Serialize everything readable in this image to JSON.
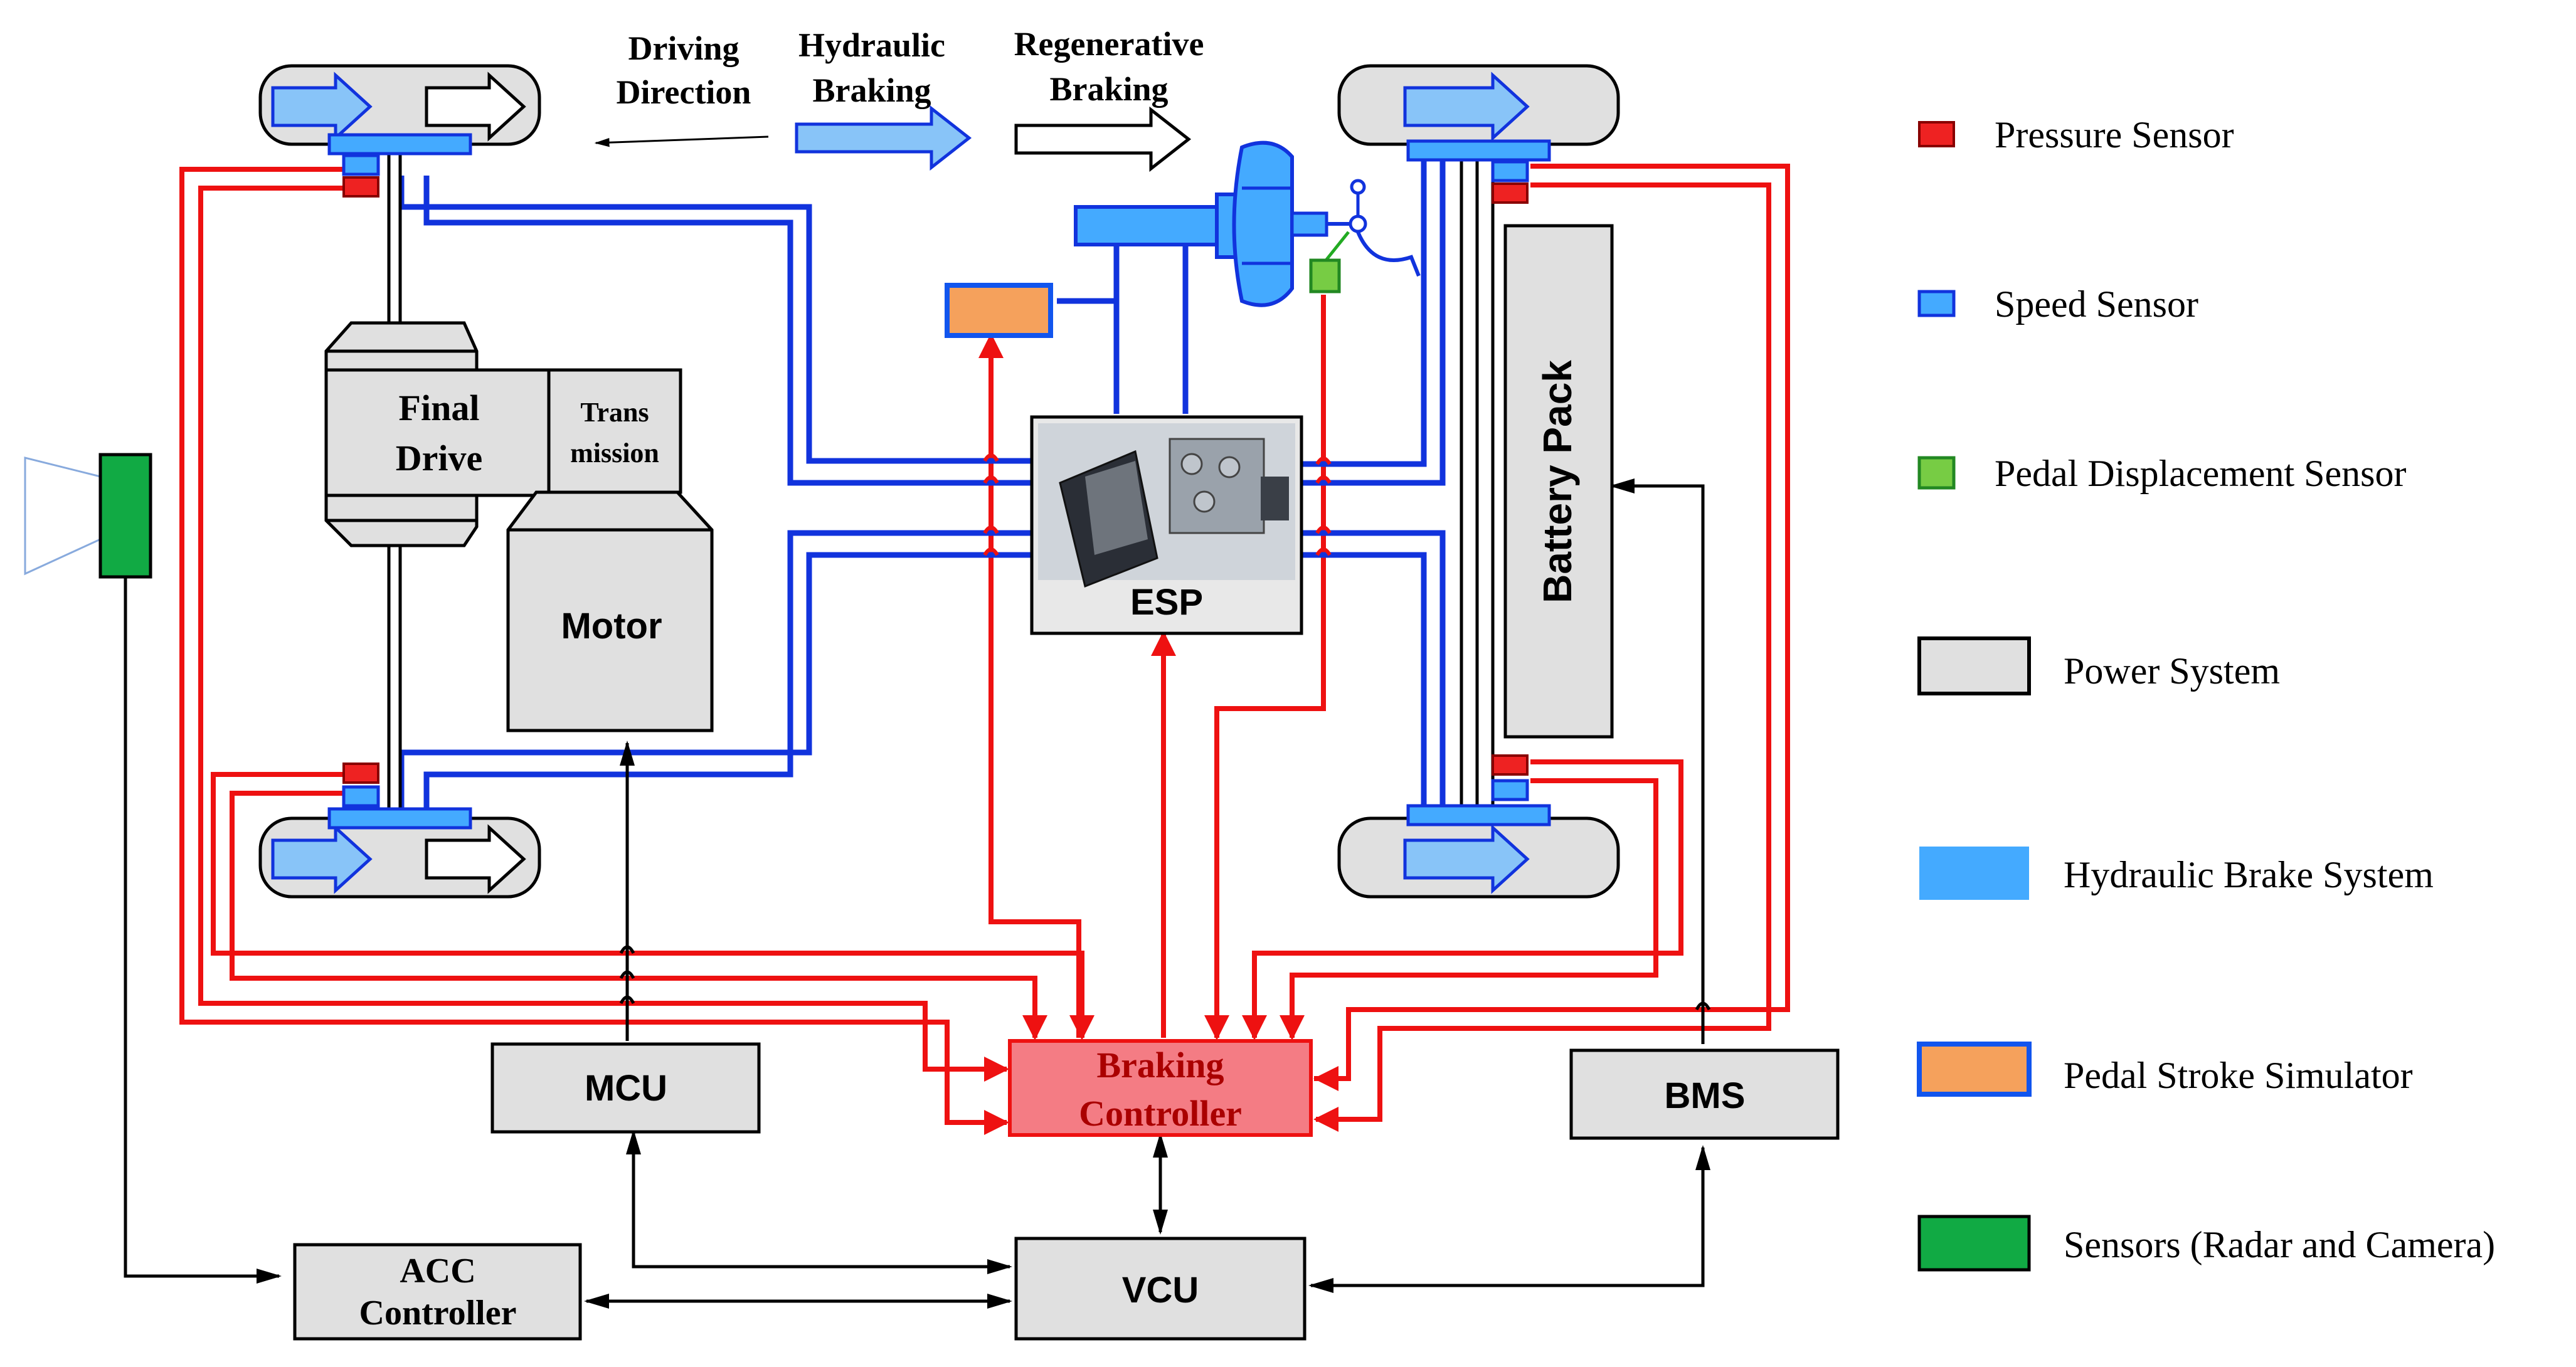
{
  "colors": {
    "pressure_sensor": "#ee2222",
    "speed_sensor": "#2255ee",
    "pedal_displacement_sensor": "#77cc44",
    "power_system": "#e0e0e0",
    "hydraulic_brake_system": "#44aaff",
    "pedal_stroke_simulator": "#f5a15c",
    "radar_camera_sensor": "#11aa44",
    "braking_controller": "#f47c84",
    "hydraulic_line": "#1133dd",
    "electric_line": "#ee1111",
    "signal_line": "#000000"
  },
  "direction_labels": {
    "driving_line1": "Driving",
    "driving_line2": "Direction",
    "hydraulic_line1": "Hydraulic",
    "hydraulic_line2": "Braking",
    "regen_line1": "Regenerative",
    "regen_line2": "Braking"
  },
  "components": {
    "final_drive_line1": "Final",
    "final_drive_line2": "Drive",
    "transmission_line1": "Trans",
    "transmission_line2": "mission",
    "motor": "Motor",
    "esp": "ESP",
    "battery_pack": "Battery Pack",
    "braking_controller_line1": "Braking",
    "braking_controller_line2": "Controller",
    "mcu": "MCU",
    "bms": "BMS",
    "vcu": "VCU",
    "acc_line1": "ACC",
    "acc_line2": "Controller"
  },
  "legend": [
    {
      "label": "Pressure Sensor",
      "icon": "pressure-sensor-swatch"
    },
    {
      "label": "Speed Sensor",
      "icon": "speed-sensor-swatch"
    },
    {
      "label": "Pedal Displacement Sensor",
      "icon": "pedal-displacement-swatch"
    },
    {
      "label": "Power System",
      "icon": "power-system-swatch"
    },
    {
      "label": "Hydraulic Brake System",
      "icon": "hydraulic-brake-swatch"
    },
    {
      "label": "Pedal Stroke Simulator",
      "icon": "pedal-stroke-swatch"
    },
    {
      "label": "Sensors (Radar and Camera)",
      "icon": "radar-camera-swatch"
    }
  ]
}
